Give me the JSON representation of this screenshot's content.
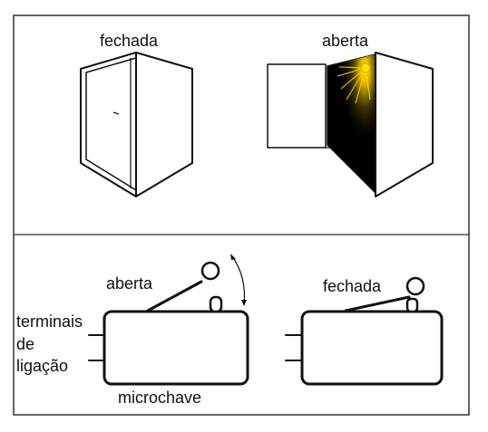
{
  "top_panel": {
    "closed_label": "fechada",
    "open_label": "aberta"
  },
  "bottom_panel": {
    "open_label": "aberta",
    "closed_label": "fechada",
    "terminals_label_line1": "terminais",
    "terminals_label_line2": "de",
    "terminals_label_line3": "ligação",
    "switch_label": "microchave"
  },
  "colors": {
    "stroke": "#111111",
    "frame": "#333333",
    "light": "#ffe600",
    "interior": "#000000"
  }
}
